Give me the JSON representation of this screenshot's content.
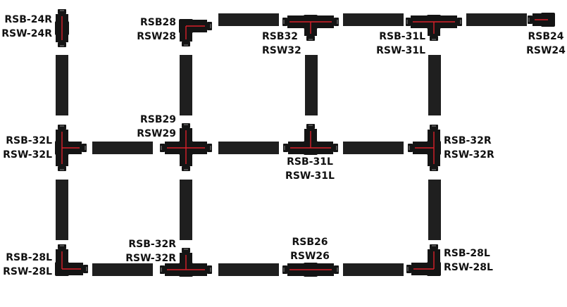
{
  "labels": [
    {
      "id": "rsb-24r",
      "lines": [
        "RSB-24R",
        "RSW-24R"
      ]
    },
    {
      "id": "rsb28",
      "lines": [
        "RSB28",
        "RSW28"
      ]
    },
    {
      "id": "rsb32",
      "lines": [
        "RSB32",
        "RSW32"
      ]
    },
    {
      "id": "rsb-31l-top",
      "lines": [
        "RSB-31L",
        "RSW-31L"
      ]
    },
    {
      "id": "rsb24",
      "lines": [
        "RSB24",
        "RSW24"
      ]
    },
    {
      "id": "rsb-32l",
      "lines": [
        "RSB-32L",
        "RSW-32L"
      ]
    },
    {
      "id": "rsb29",
      "lines": [
        "RSB29",
        "RSW29"
      ]
    },
    {
      "id": "rsb-31l-mid",
      "lines": [
        "RSB-31L",
        "RSW-31L"
      ]
    },
    {
      "id": "rsb-32r-mid",
      "lines": [
        "RSB-32R",
        "RSW-32R"
      ]
    },
    {
      "id": "rsb-28l-left",
      "lines": [
        "RSB-28L",
        "RSW-28L"
      ]
    },
    {
      "id": "rsb-32r-bottom",
      "lines": [
        "RSB-32R",
        "RSW-32R"
      ]
    },
    {
      "id": "rsb26",
      "lines": [
        "RSB26",
        "RSW26"
      ]
    },
    {
      "id": "rsb-28l-right",
      "lines": [
        "RSB-28L",
        "RSW-28L"
      ]
    }
  ],
  "colors": {
    "track": "#1f1f1f",
    "connector": "#141414",
    "contact_line": "#d8202a",
    "background": "#ffffff"
  }
}
